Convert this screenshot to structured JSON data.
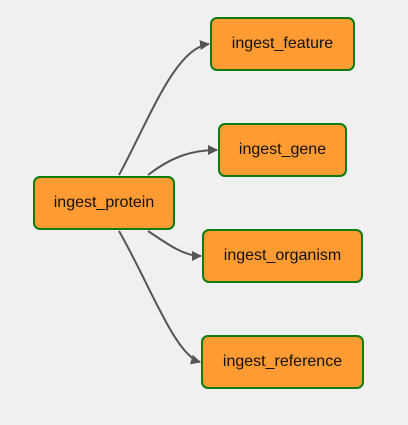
{
  "colors": {
    "background": "#f0f0f0",
    "node_fill": "#ff9b33",
    "node_border": "#0d7c0d",
    "edge": "#555555"
  },
  "nodes": {
    "protein": {
      "label": "ingest_protein"
    },
    "feature": {
      "label": "ingest_feature"
    },
    "gene": {
      "label": "ingest_gene"
    },
    "organism": {
      "label": "ingest_organism"
    },
    "reference": {
      "label": "ingest_reference"
    }
  },
  "edges": [
    {
      "from": "ingest_protein",
      "to": "ingest_feature"
    },
    {
      "from": "ingest_protein",
      "to": "ingest_gene"
    },
    {
      "from": "ingest_protein",
      "to": "ingest_organism"
    },
    {
      "from": "ingest_protein",
      "to": "ingest_reference"
    }
  ]
}
